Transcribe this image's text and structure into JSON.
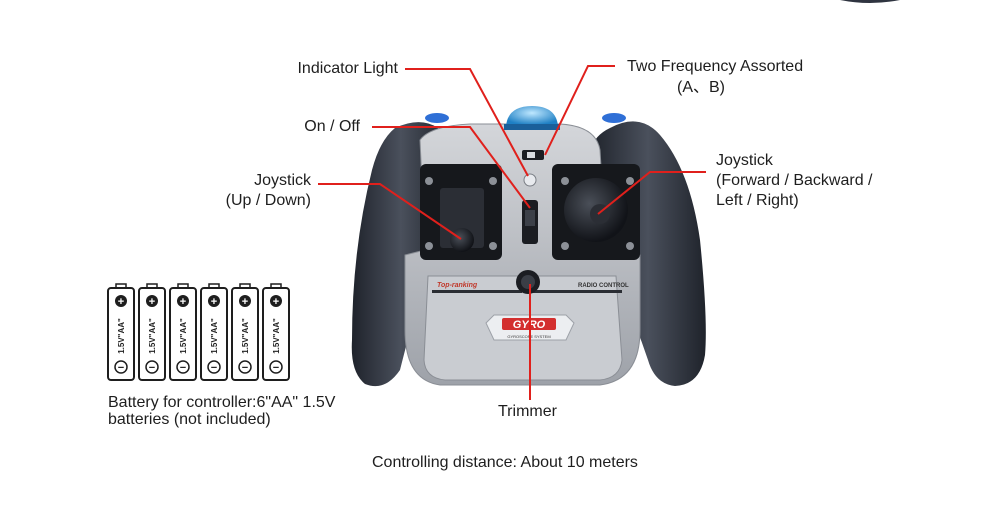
{
  "labels": {
    "indicator_light": "Indicator Light",
    "frequency_line1": "Two Frequency Assorted",
    "frequency_line2": "(A、B)",
    "on_off": "On / Off",
    "joystick_left_line1": "Joystick",
    "joystick_left_line2": "(Up / Down)",
    "joystick_right_line1": "Joystick",
    "joystick_right_line2": "(Forward / Backward /",
    "joystick_right_line3": "Left / Right)",
    "trimmer": "Trimmer",
    "battery_line1": "Battery for controller:6\"AA\" 1.5V",
    "battery_line2": "batteries (not included)",
    "distance": "Controlling distance: About 10 meters"
  },
  "battery": {
    "count": 6,
    "cell_label": "1.5V\"AA\"",
    "plus": "+",
    "minus": "−"
  },
  "controller": {
    "brand_left": "Top-ranking",
    "brand_right": "RADIO CONTROL",
    "gyro": "GYRO",
    "gyro_sub": "GYROSCOPE SYSTEM"
  },
  "colors": {
    "leader_line": "#e0201c",
    "grip": "#2f3440",
    "body": "#b9bcc2",
    "accent_blue": "#2f6fd6"
  }
}
